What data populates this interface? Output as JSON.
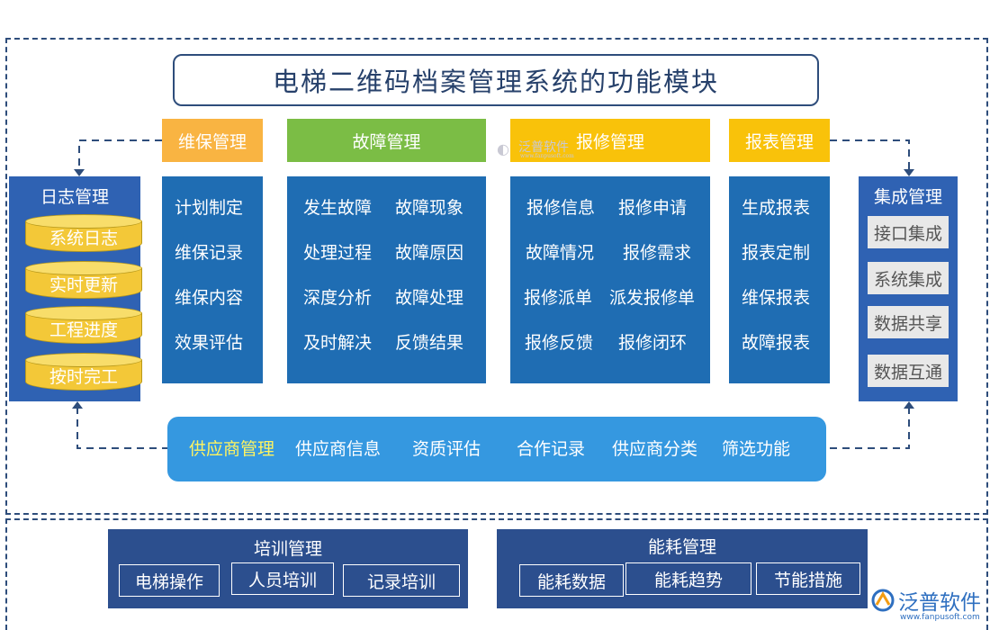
{
  "title": "电梯二维码档案管理系统的功能模块",
  "watermark": {
    "text": "泛普软件",
    "sub": "www.fanpusoft.com"
  },
  "logo": {
    "text": "泛普软件",
    "sub": "www.fanpusoft.com"
  },
  "colors": {
    "orange": "#f9b442",
    "green": "#7bbd45",
    "yellow": "#f9c20a",
    "column_blue": "#1f6db3",
    "side_blue": "#2f62b3",
    "supplier_blue": "#3598e0",
    "panel_navy": "#2c4f8e"
  },
  "columns": [
    {
      "header": "维保管理",
      "color": "orange",
      "items": [
        "计划制定",
        "维保记录",
        "维保内容",
        "效果评估"
      ]
    },
    {
      "header": "故障管理",
      "color": "green",
      "items": [
        "发生故障",
        "故障现象",
        "处理过程",
        "故障原因",
        "深度分析",
        "故障处理",
        "及时解决",
        "反馈结果"
      ]
    },
    {
      "header": "报修管理",
      "color": "yellow",
      "items": [
        "报修信息",
        "报修申请",
        "故障情况",
        "报修需求",
        "报修派单",
        "派发报修单",
        "报修反馈",
        "报修闭环"
      ]
    },
    {
      "header": "报表管理",
      "color": "yellow",
      "items": [
        "生成报表",
        "报表定制",
        "维保报表",
        "故障报表"
      ]
    }
  ],
  "log_mgmt": {
    "title": "日志管理",
    "items": [
      "系统日志",
      "实时更新",
      "工程进度",
      "按时完工"
    ]
  },
  "integration_mgmt": {
    "title": "集成管理",
    "items": [
      "接口集成",
      "系统集成",
      "数据共享",
      "数据互通"
    ]
  },
  "supplier_bar": {
    "title": "供应商管理",
    "items": [
      "供应商信息",
      "资质评估",
      "合作记录",
      "供应商分类",
      "筛选功能"
    ]
  },
  "training": {
    "title": "培训管理",
    "items": [
      "电梯操作",
      "人员培训",
      "记录培训"
    ]
  },
  "energy": {
    "title": "能耗管理",
    "items": [
      "能耗数据",
      "能耗趋势",
      "节能措施"
    ]
  }
}
